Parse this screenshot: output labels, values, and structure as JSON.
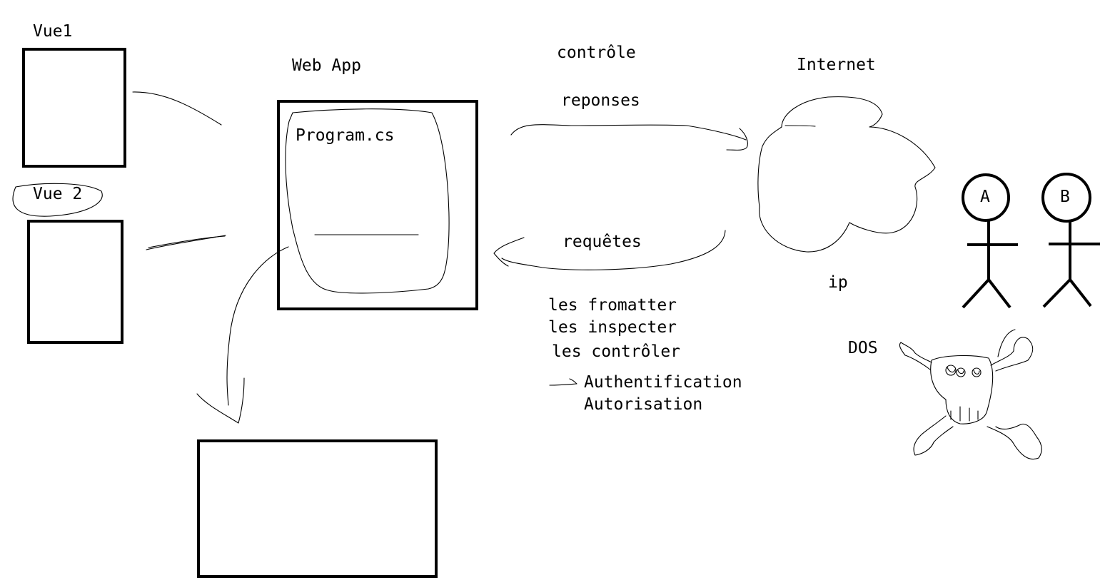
{
  "labels": {
    "vue1": "Vue1",
    "vue2": "Vue 2",
    "web_app": "Web App",
    "program": "Program.cs",
    "controle": "contrôle",
    "reponses": "reponses",
    "requetes": "requêtes",
    "internet": "Internet",
    "ip": "ip",
    "dos": "DOS",
    "user_a": "A",
    "user_b": "B",
    "task_1": "les fromatter",
    "task_2": "les inspecter",
    "task_3": "les contrôler",
    "auth_1": "Authentification",
    "auth_2": "Autorisation"
  },
  "colors": {
    "ink": "#000000",
    "background": "#ffffff"
  },
  "icons": {
    "cloud": "internet-cloud-icon",
    "danger": "skull-crossbones-icon",
    "user": "stick-figure-icon"
  }
}
